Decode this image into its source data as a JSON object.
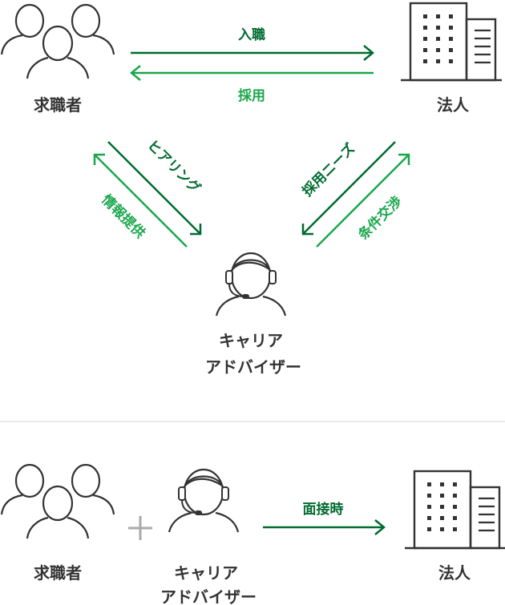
{
  "colors": {
    "dark_green": "#006b30",
    "light_green": "#1aa64c",
    "icon_stroke": "#333333",
    "text": "#333333",
    "divider": "#dddddd",
    "plus": "#aaaaaa"
  },
  "top": {
    "job_seeker": "求職者",
    "company": "法人",
    "advisor_line1": "キャリア",
    "advisor_line2": "アドバイザー",
    "arrow_hire_in": "入職",
    "arrow_recruit": "採用",
    "arrow_hearing": "ヒアリング",
    "arrow_info": "情報提供",
    "arrow_needs": "採用ニーズ",
    "arrow_terms": "条件交渉"
  },
  "bottom": {
    "job_seeker": "求職者",
    "company": "法人",
    "advisor_line1": "キャリア",
    "advisor_line2": "アドバイザー",
    "arrow_interview": "面接時",
    "plus": "+"
  },
  "icons": {
    "people": "people-group-icon",
    "building": "building-icon",
    "advisor": "headset-advisor-icon"
  }
}
